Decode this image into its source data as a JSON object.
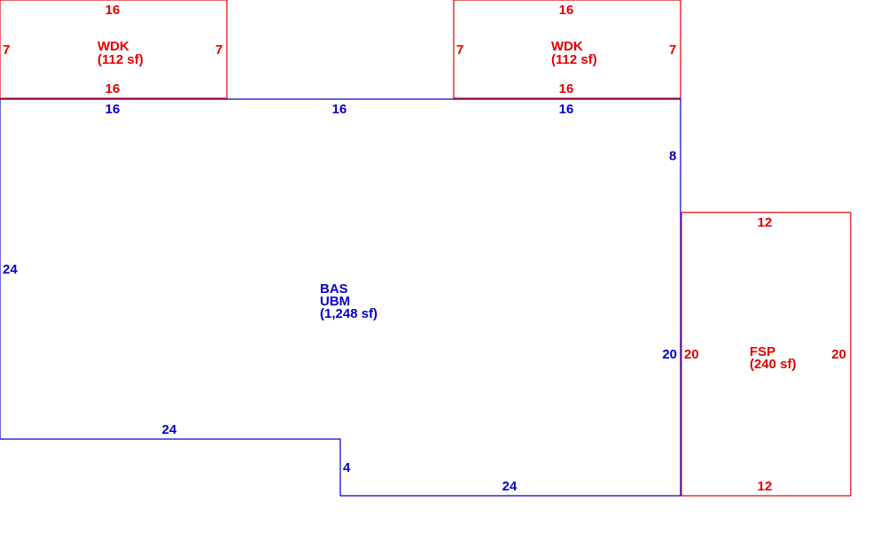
{
  "colors": {
    "main": "#0000c8",
    "addition": "#e00000"
  },
  "areas": {
    "wdk_left": {
      "code": "WDK",
      "area": "(112 sf)"
    },
    "wdk_right": {
      "code": "WDK",
      "area": "(112 sf)"
    },
    "bas": {
      "code": "BAS",
      "sub": "UBM",
      "area": "(1,248 sf)"
    },
    "fsp": {
      "code": "FSP",
      "area": "(240 sf)"
    }
  },
  "dims": {
    "wdk_left_top": "16",
    "wdk_left_bottom": "16",
    "wdk_left_left": "7",
    "wdk_left_right": "7",
    "wdk_right_top": "16",
    "wdk_right_bottom": "16",
    "wdk_right_left": "7",
    "wdk_right_right": "7",
    "bas_top_1": "16",
    "bas_top_2": "16",
    "bas_top_3": "16",
    "bas_right_upper": "8",
    "bas_left": "24",
    "bas_bottom_left": "24",
    "bas_step": "4",
    "bas_bottom_right": "24",
    "bas_right_lower": "20",
    "fsp_top": "12",
    "fsp_bottom": "12",
    "fsp_left": "20",
    "fsp_right": "20"
  }
}
